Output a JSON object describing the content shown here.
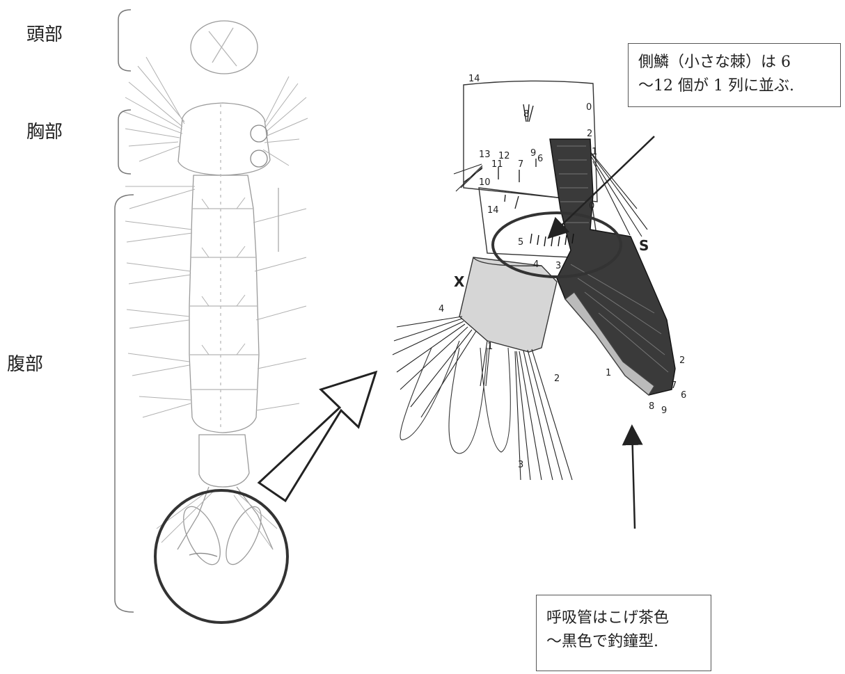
{
  "body_labels": {
    "head": "頭部",
    "thorax": "胸部",
    "abdomen": "腹部"
  },
  "callouts": {
    "comb_scales": [
      "側鱗（小さな棘）は 6",
      "～12 個が 1 列に並ぶ."
    ],
    "siphon": [
      "呼吸管はこげ茶色",
      "～黒色で釣鐘型."
    ]
  },
  "segment_letters": {
    "x": "X",
    "s": "S"
  },
  "seta_numbers": [
    "14",
    "0",
    "8",
    "2",
    "13",
    "12",
    "9",
    "6",
    "11",
    "7",
    "1",
    "10",
    "14",
    "0",
    "5",
    "4",
    "3",
    "4",
    "1",
    "2",
    "3",
    "1",
    "2",
    "7",
    "6",
    "8",
    "9"
  ],
  "colors": {
    "ink": "#222222",
    "faint_ink": "#9a9a9a",
    "stipple": "#555555"
  }
}
